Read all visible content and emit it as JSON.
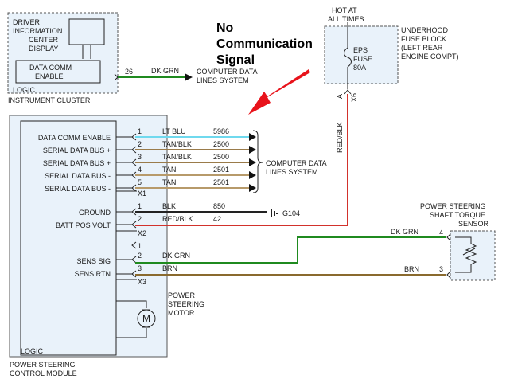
{
  "instrument_cluster": {
    "component_lines": [
      "DRIVER",
      "INFORMATION",
      "CENTER",
      "DISPLAY"
    ],
    "data_comm_lines": [
      "DATA COMM",
      "ENABLE"
    ],
    "logic": "LOGIC",
    "name": "INSTRUMENT CLUSTER",
    "pin": "26",
    "wire_color": "DK GRN",
    "destination_lines": [
      "COMPUTER DATA",
      "LINES SYSTEM"
    ]
  },
  "annotation": {
    "lines": [
      "No",
      "Communication",
      "Signal"
    ],
    "arrow_color": "#e8131b"
  },
  "fuse_block": {
    "hot_lines": [
      "HOT AT",
      "ALL TIMES"
    ],
    "name_lines": [
      "UNDERHOOD",
      "FUSE BLOCK",
      "(LEFT REAR",
      "ENGINE COMPT)"
    ],
    "fuse_lines": [
      "EPS",
      "FUSE",
      "80A"
    ],
    "pin_a": "A",
    "connector": "X6",
    "wire_color": "RED/BLK"
  },
  "control_module": {
    "logic": "LOGIC",
    "name_lines": [
      "POWER STEERING",
      "CONTROL MODULE"
    ],
    "x1_label": "X1",
    "x2_label": "X2",
    "x3_label": "X3",
    "x1_pins": [
      {
        "label": "DATA COMM ENABLE",
        "pin": "1",
        "color": "LT BLU",
        "circuit": "5986",
        "wire": "#6fd9ee"
      },
      {
        "label": "SERIAL DATA BUS +",
        "pin": "2",
        "color": "TAN/BLK",
        "circuit": "2500",
        "wire": "#9a7b4a"
      },
      {
        "label": "SERIAL DATA BUS +",
        "pin": "3",
        "color": "TAN/BLK",
        "circuit": "2500",
        "wire": "#9a7b4a"
      },
      {
        "label": "SERIAL DATA BUS -",
        "pin": "4",
        "color": "TAN",
        "circuit": "2501",
        "wire": "#b79a6a"
      },
      {
        "label": "SERIAL DATA BUS -",
        "pin": "5",
        "color": "TAN",
        "circuit": "2501",
        "wire": "#b79a6a"
      }
    ],
    "x1_destination_lines": [
      "COMPUTER DATA",
      "LINES SYSTEM"
    ],
    "x2_pins": [
      {
        "label": "GROUND",
        "pin": "1",
        "color": "BLK",
        "circuit": "850",
        "wire": "#222222"
      },
      {
        "label": "BATT POS VOLT",
        "pin": "2",
        "color": "RED/BLK",
        "circuit": "42",
        "wire": "#d2322c"
      }
    ],
    "ground_label": "G104",
    "x3_pins": [
      {
        "label": "",
        "pin": "1"
      },
      {
        "label": "SENS SIG",
        "pin": "2",
        "color": "DK GRN",
        "wire": "#1f8a1f"
      },
      {
        "label": "SENS RTN",
        "pin": "3",
        "color": "BRN",
        "wire": "#8a6a2e"
      }
    ]
  },
  "motor": {
    "name_lines": [
      "POWER",
      "STEERING",
      "MOTOR"
    ],
    "symbol": "M"
  },
  "sensor": {
    "name_lines": [
      "POWER STEERING",
      "SHAFT TORQUE",
      "SENSOR"
    ],
    "pin_sig": "4",
    "pin_rtn": "3",
    "sig_color": "DK GRN",
    "rtn_color": "BRN"
  }
}
